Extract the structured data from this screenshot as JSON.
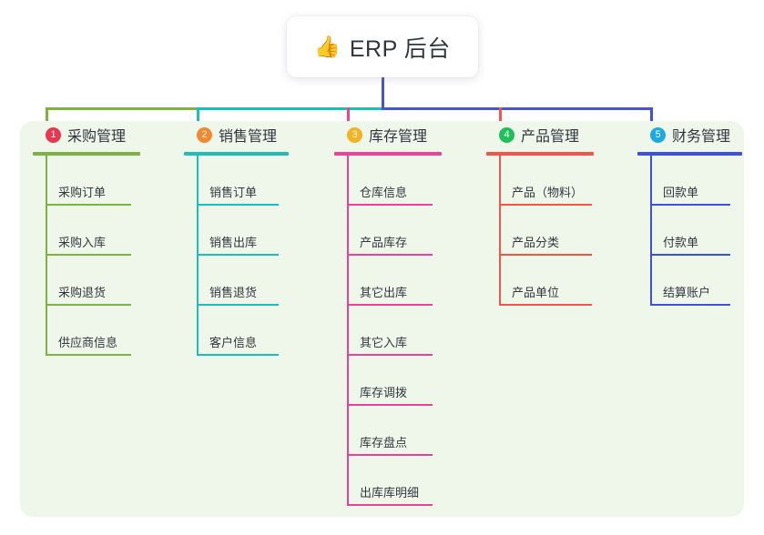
{
  "canvas": {
    "background": "#ffffff",
    "panel_background": "#eff7ea"
  },
  "root": {
    "icon": "thumbs-up-icon",
    "icon_glyph": "👍",
    "title": "ERP 后台"
  },
  "connector": {
    "stem_color": "#4655c8",
    "bus_segments": [
      {
        "name": "bus-green",
        "color": "#7cb342"
      },
      {
        "name": "bus-teal",
        "color": "#1bbfb8"
      },
      {
        "name": "bus-blue",
        "color": "#4655c8"
      }
    ]
  },
  "columns": [
    {
      "number": "1",
      "title": "采购管理",
      "badge_color": "#e8384f",
      "line_color": "#7cb342",
      "rule_width": 118,
      "leaf_rule_width": 94,
      "items": [
        {
          "label": "采购订单"
        },
        {
          "label": "采购入库"
        },
        {
          "label": "采购退货"
        },
        {
          "label": "供应商信息"
        }
      ]
    },
    {
      "number": "2",
      "title": "销售管理",
      "badge_color": "#f3892c",
      "line_color": "#1bbfb8",
      "rule_width": 115,
      "leaf_rule_width": 90,
      "items": [
        {
          "label": "销售订单"
        },
        {
          "label": "销售出库"
        },
        {
          "label": "销售退货"
        },
        {
          "label": "客户信息"
        }
      ]
    },
    {
      "number": "3",
      "title": "库存管理",
      "badge_color": "#f5b322",
      "line_color": "#e8429b",
      "rule_width": 118,
      "leaf_rule_width": 94,
      "items": [
        {
          "label": "仓库信息"
        },
        {
          "label": "产品库存"
        },
        {
          "label": "其它出库"
        },
        {
          "label": "其它入库"
        },
        {
          "label": "库存调拨"
        },
        {
          "label": "库存盘点"
        },
        {
          "label": "出库库明细"
        }
      ]
    },
    {
      "number": "4",
      "title": "产品管理",
      "badge_color": "#1fbf5c",
      "line_color": "#f0564a",
      "rule_width": 118,
      "leaf_rule_width": 102,
      "items": [
        {
          "label": "产品（物料）"
        },
        {
          "label": "产品分类"
        },
        {
          "label": "产品单位"
        }
      ]
    },
    {
      "number": "5",
      "title": "财务管理",
      "badge_color": "#1eaae0",
      "line_color": "#3f51d5",
      "rule_width": 115,
      "leaf_rule_width": 88,
      "items": [
        {
          "label": "回款单"
        },
        {
          "label": "付款单"
        },
        {
          "label": "结算账户"
        }
      ]
    }
  ]
}
